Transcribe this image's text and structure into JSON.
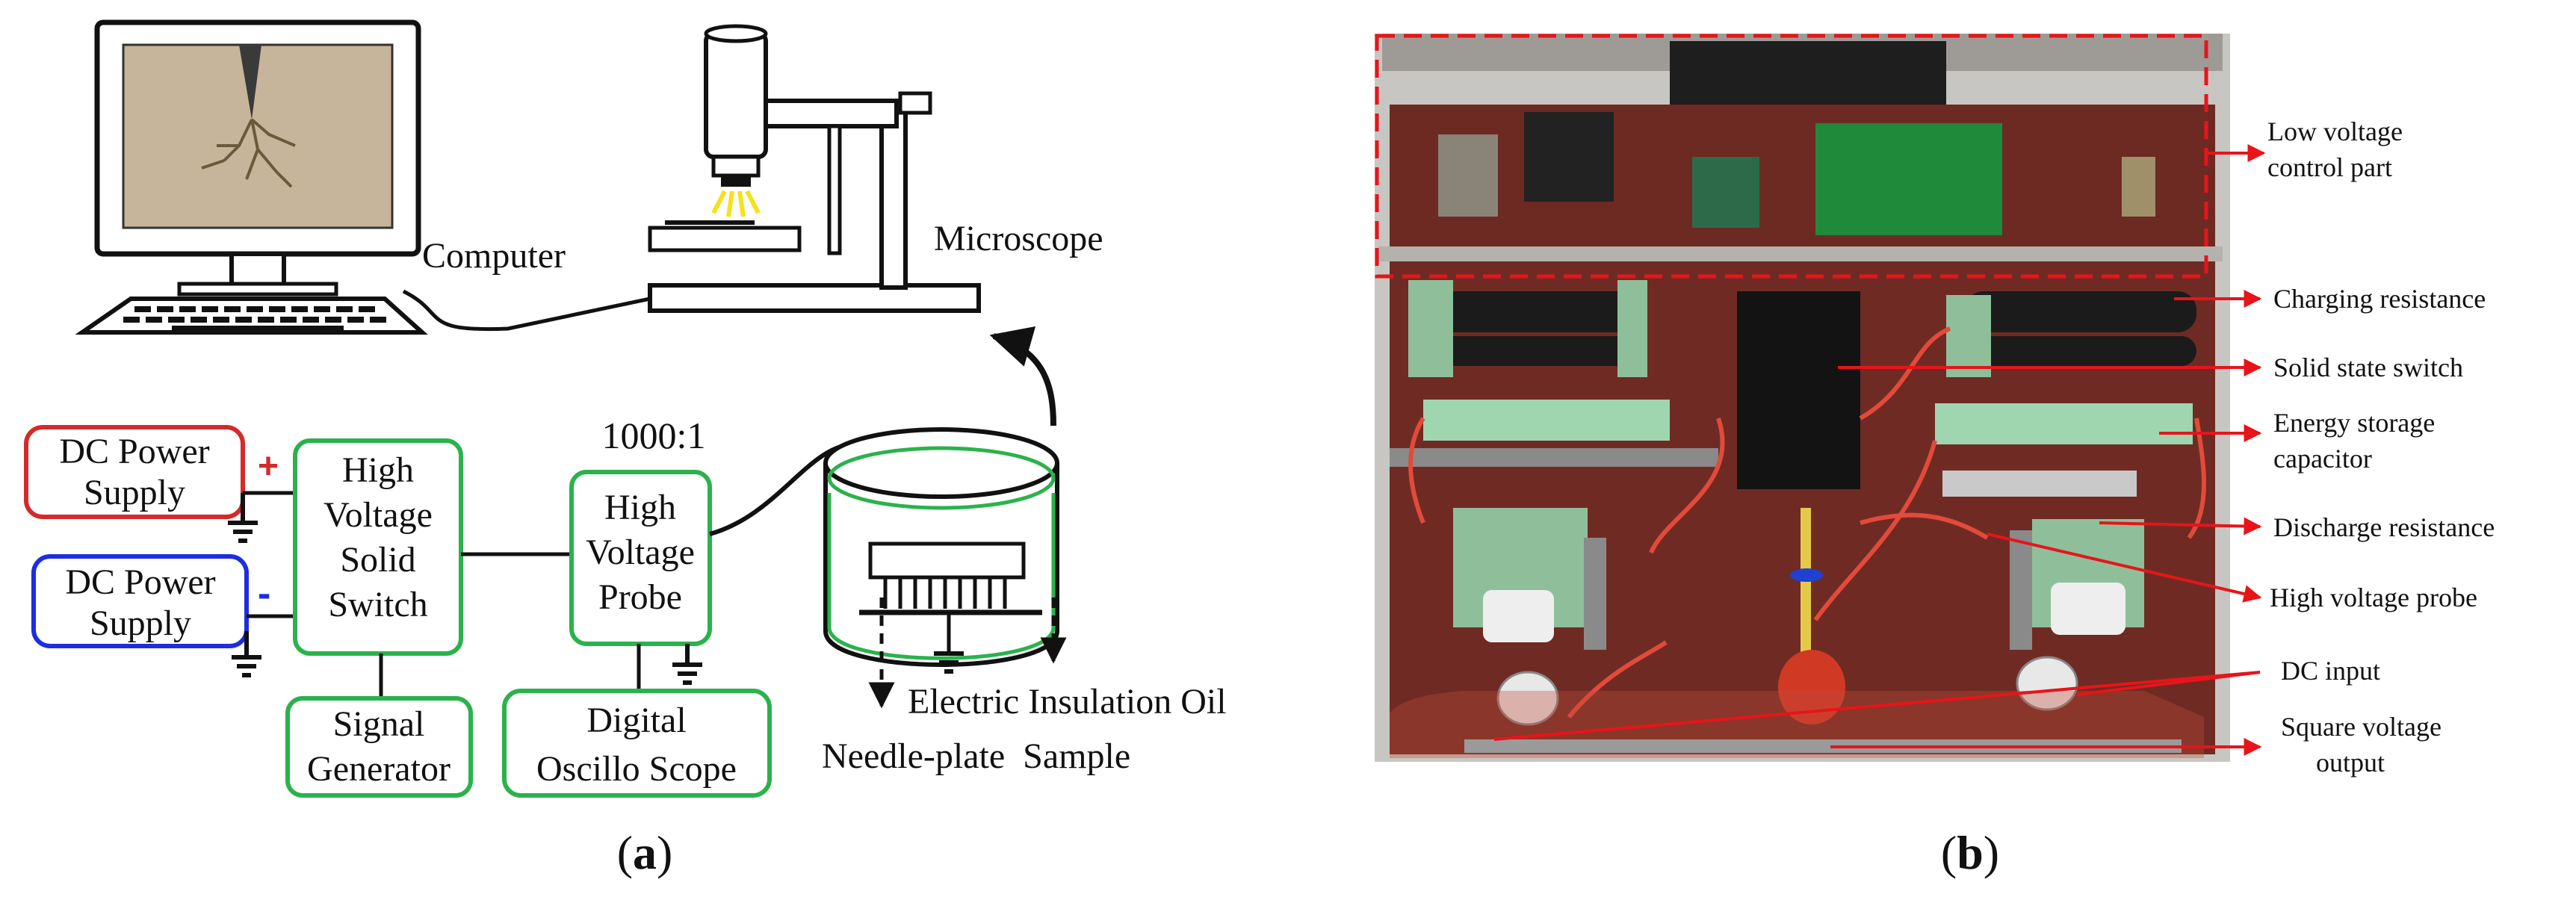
{
  "panel_a": {
    "caption": "(a)",
    "caption_letter": "a",
    "computer_label": "Computer",
    "microscope_label": "Microscope",
    "ratio_label": "1000:1",
    "dc_supply_positive": [
      "DC Power",
      "Supply"
    ],
    "dc_supply_negative": [
      "DC Power",
      "Supply"
    ],
    "plus_sign": "+",
    "minus_sign": "-",
    "solid_switch": [
      "High",
      "Voltage",
      "Solid",
      "Switch"
    ],
    "hv_probe": [
      "High",
      "Voltage",
      "Probe"
    ],
    "signal_generator": [
      "Signal",
      "Generator"
    ],
    "oscilloscope": [
      "Digital",
      "Oscillo Scope"
    ],
    "oil_label": "Electric Insulation Oil",
    "needle_label": "Needle-plate  Sample",
    "colors": {
      "positive_supply": "#d42a2a",
      "negative_supply": "#1c2ee0",
      "module_border": "#2bb24c",
      "sample_cell": "#2bb24c",
      "light_rays": "#f5e21a"
    }
  },
  "panel_b": {
    "caption": "(b)",
    "caption_letter": "b",
    "annotations": [
      [
        "Low voltage",
        "control part"
      ],
      [
        "Charging resistance"
      ],
      [
        "Solid state switch"
      ],
      [
        "Energy storage",
        "capacitor"
      ],
      [
        "Discharge resistance"
      ],
      [
        "High voltage probe"
      ],
      [
        "DC input"
      ],
      [
        "Square voltage",
        "output"
      ]
    ],
    "colors": {
      "pointer": "#e8141a",
      "board": "#7a2a22",
      "frame": "#c9c9c9"
    }
  }
}
